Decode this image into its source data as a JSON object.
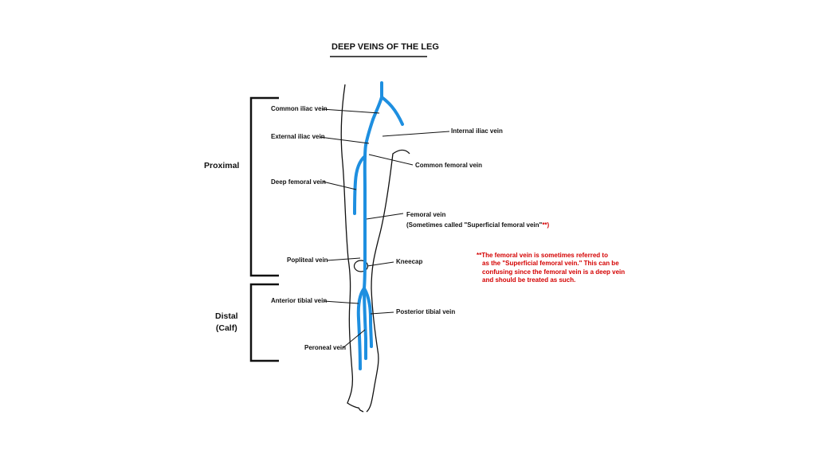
{
  "title": "DEEP VEINS OF THE LEG",
  "groups": {
    "proximal": "Proximal",
    "distal": [
      "Distal",
      "(Calf)"
    ]
  },
  "labels": {
    "common_iliac": "Common iliac vein",
    "internal_iliac": "Internal iliac vein",
    "external_iliac": "External iliac vein",
    "common_femoral": "Common femoral vein",
    "deep_femoral": "Deep femoral vein",
    "femoral": "Femoral vein",
    "femoral_note": "(Sometimes called \"Superficial femoral vein\"",
    "femoral_note_mark": "**)",
    "popliteal": "Popliteal vein",
    "kneecap": "Kneecap",
    "anterior_tibial": "Anterior tibial vein",
    "posterior_tibial": "Posterior tibial vein",
    "peroneal": "Peroneal vein"
  },
  "note": [
    "**The femoral vein is sometimes referred to",
    "as the \"Superficial femoral vein.\" This can be",
    "confusing since the femoral vein is a deep vein",
    "and should be treated as such."
  ],
  "colors": {
    "vein": "#1e8fe0",
    "outline": "#111111",
    "note": "#d40000",
    "background": "#ffffff"
  }
}
